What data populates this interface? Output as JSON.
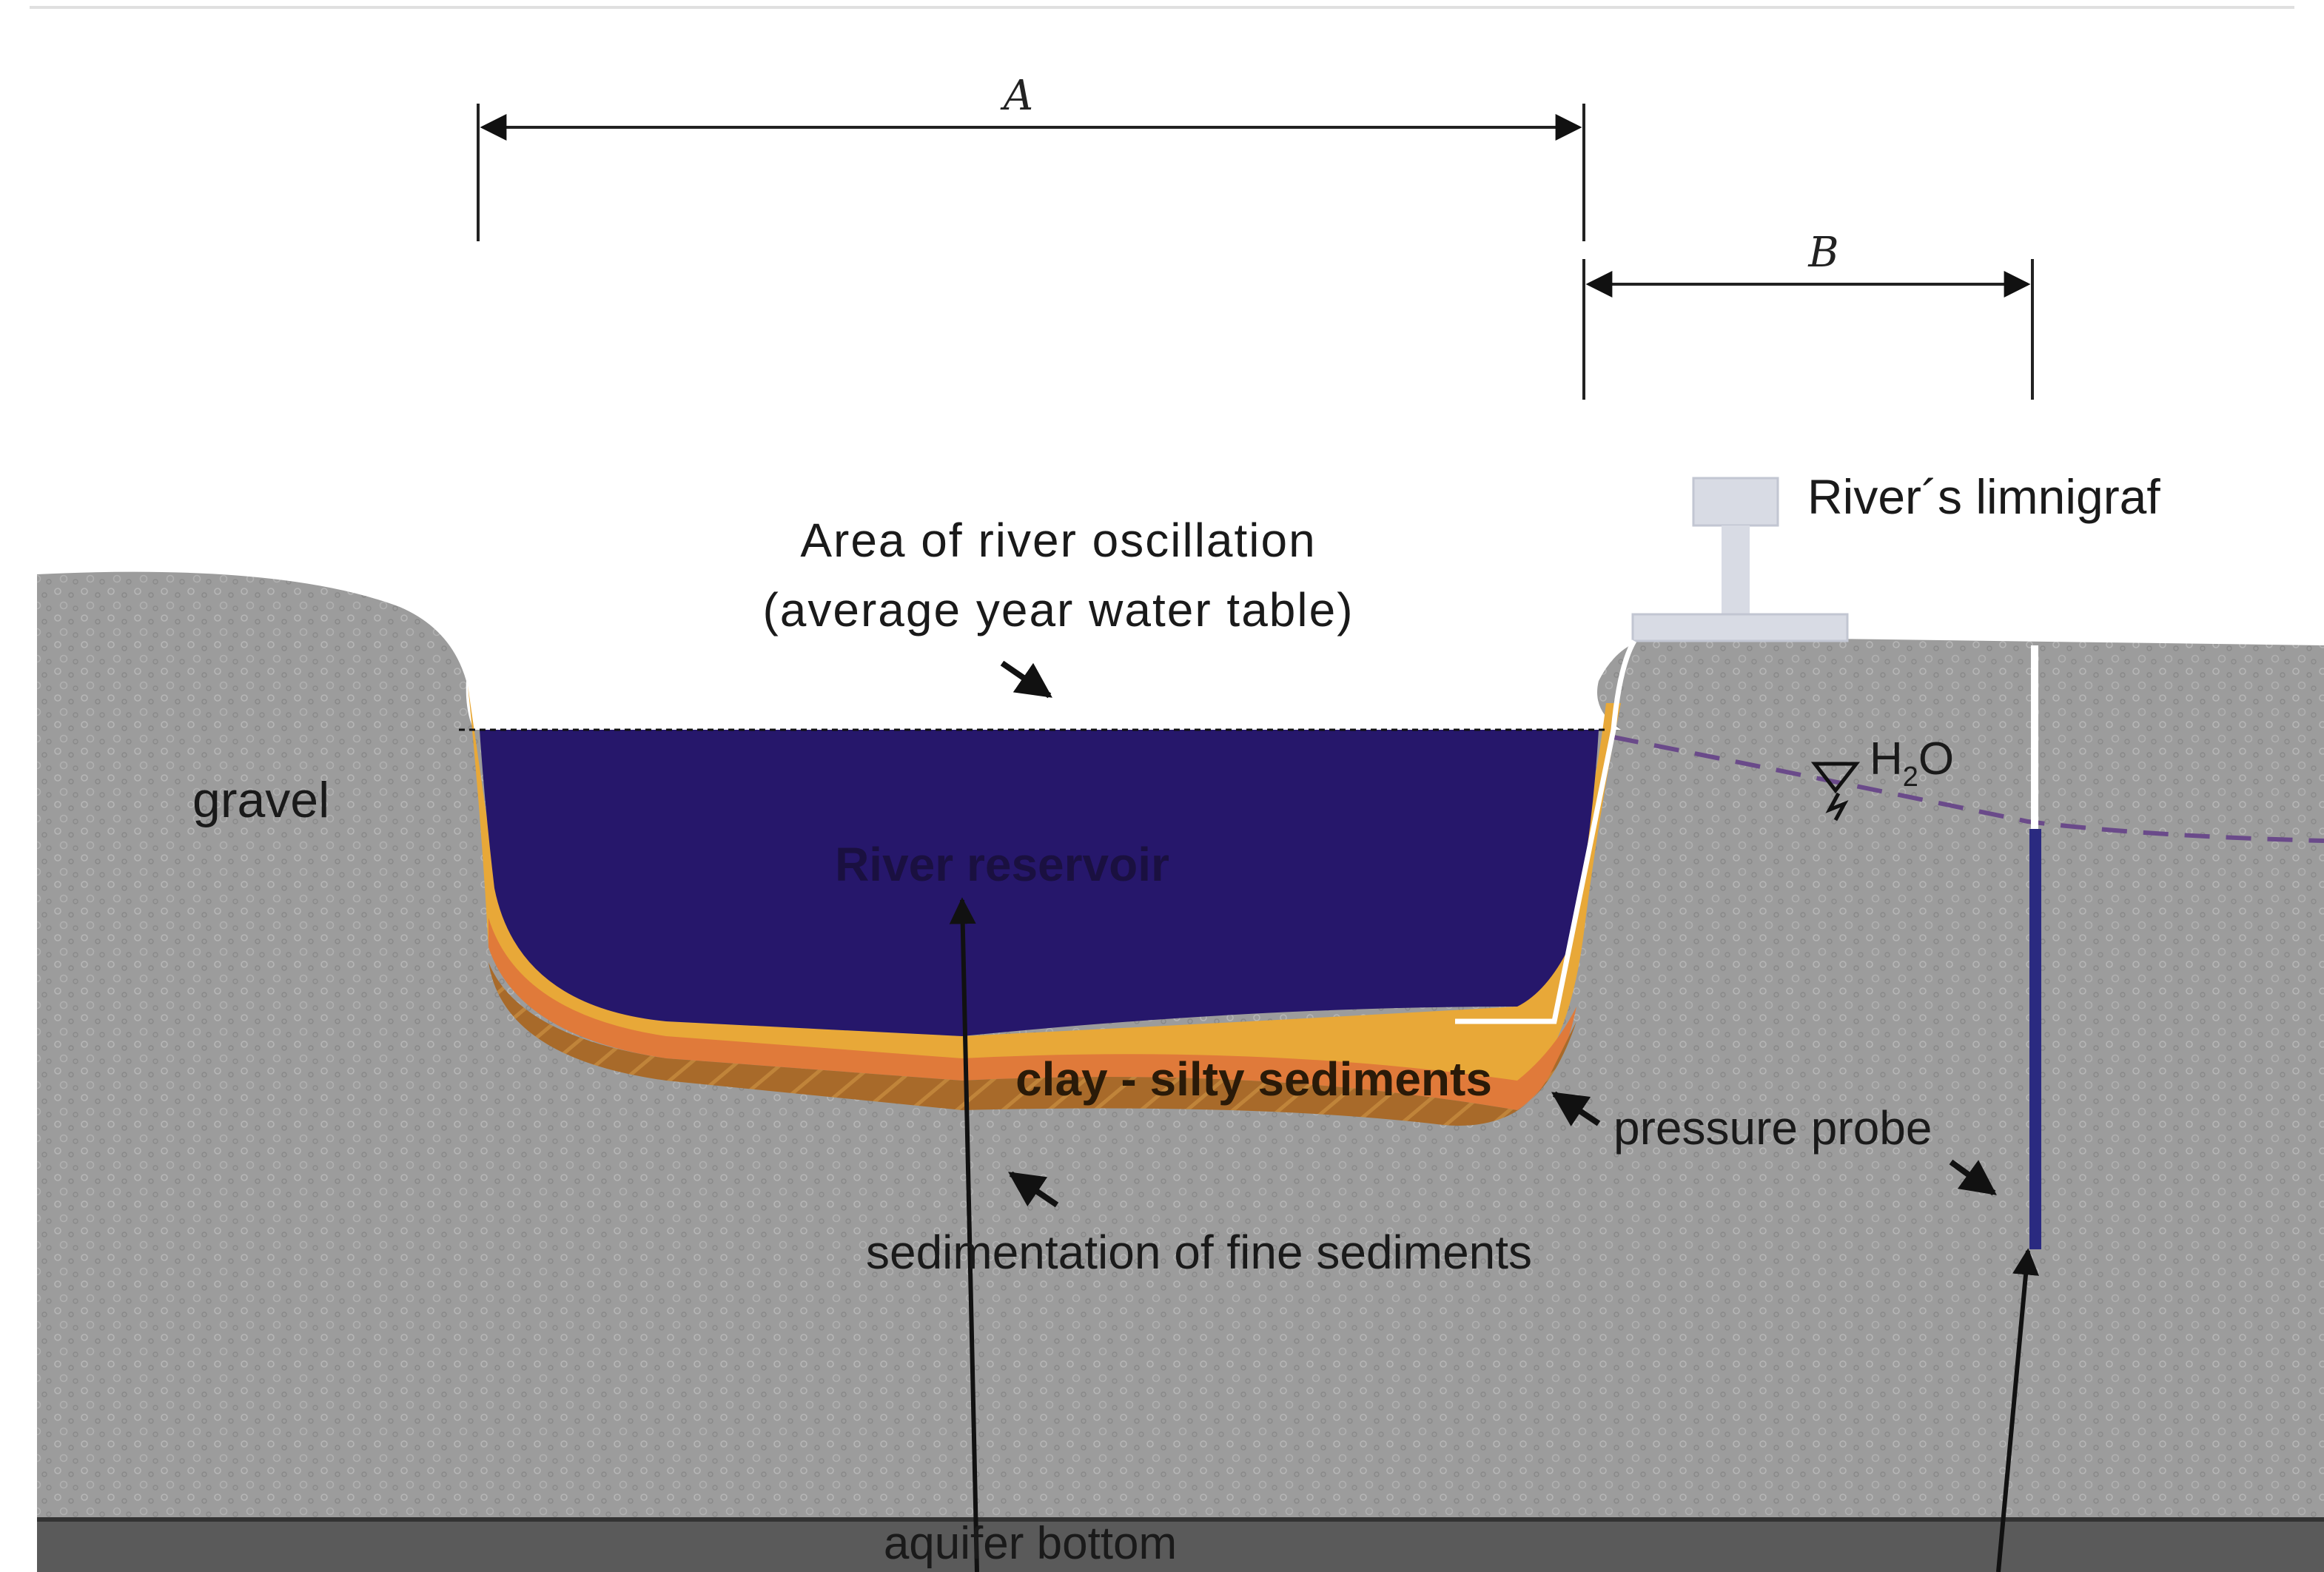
{
  "dimensions": {
    "a_label": "A",
    "b_label": "B"
  },
  "labels": {
    "limnigraph": "River´s limnigraf",
    "oscillation_line1": "Area of river oscillation",
    "oscillation_line2": "(average year water table)",
    "gravel": "gravel",
    "water_symbol_base": "H",
    "water_symbol_sub": "2",
    "water_symbol_end": "O",
    "river_reservoir": "River reservoir",
    "clay_sediments": "clay - silty sediments",
    "pressure_probe": "pressure probe",
    "fine_sediments": "sedimentation of fine sediments",
    "aquifer_bottom": "aquifer bottom"
  },
  "colors": {
    "gravel": "#9a9a9a",
    "gravel_speckle": "#b4b4b4",
    "water": "#26176b",
    "sediment_light": "#e8a838",
    "sediment_orange": "#e07a3a",
    "sediment_brown": "#a86a2a",
    "aquifer_bottom": "#555555",
    "water_table_line": "#6a4a8a",
    "probe": "#2a2a80",
    "limnigraph_body": "#d8dbe4"
  }
}
